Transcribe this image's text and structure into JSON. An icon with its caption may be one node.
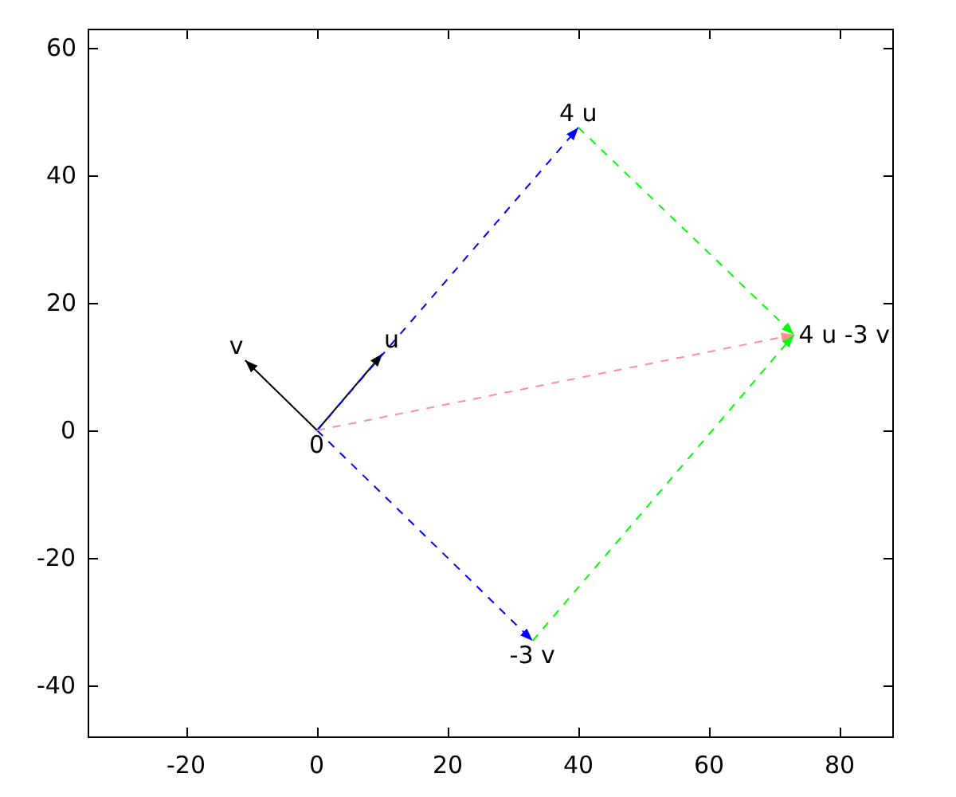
{
  "diagram": {
    "nodes": [
      {
        "text": [
          "0"
        ]
      },
      {
        "text": [
          "u"
        ]
      },
      {
        "text": [
          "v"
        ]
      },
      {
        "text": [
          "4 u"
        ]
      },
      {
        "text": [
          "-3 v"
        ]
      },
      {
        "text": [
          "4 u -3 v"
        ]
      }
    ],
    "edges": [
      {
        "from": 0,
        "to": 1,
        "arrow": "to"
      },
      {
        "from": 0,
        "to": 2,
        "arrow": "to"
      },
      {
        "from": 0,
        "to": 3,
        "arrow": "to",
        "style": "dashed",
        "color": "#0000ff"
      },
      {
        "from": 0,
        "to": 4,
        "arrow": "to",
        "style": "dashed",
        "color": "#0000ff"
      },
      {
        "from": 3,
        "to": 5,
        "arrow": "to",
        "style": "dashed",
        "color": "#00ff00"
      },
      {
        "from": 4,
        "to": 5,
        "arrow": "to",
        "style": "dashed",
        "color": "#00ff00"
      },
      {
        "from": 0,
        "to": 5,
        "arrow": "to",
        "style": "dashed",
        "color": "#ff9090"
      }
    ],
    "labels": [
      "60",
      "40",
      "20",
      "0",
      "-20",
      "-40",
      "-20",
      "0",
      "20",
      "40",
      "60",
      "80"
    ]
  }
}
